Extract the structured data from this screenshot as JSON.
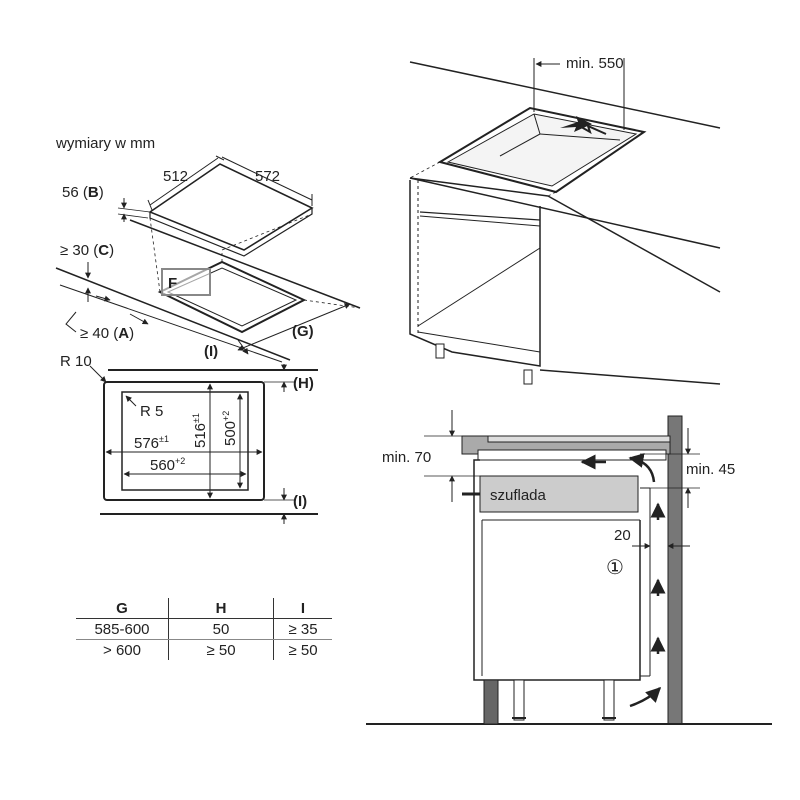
{
  "unit_note": "wymiary w mm",
  "hob": {
    "depth": "512",
    "width": "572",
    "height": "56",
    "height_ref": "B",
    "min_wall": "≥ 30",
    "min_wall_ref": "C",
    "min_front": "≥ 40",
    "min_front_ref": "A",
    "marker_f": "F",
    "depth_ref_g": "(G)",
    "ref_i": "(I)"
  },
  "cutout": {
    "corner_radius_outer": "R 10",
    "corner_radius_inner": "R 5",
    "width_1": "576",
    "width_1_tol": "±1",
    "width_2": "560",
    "width_2_tol": "+2",
    "depth_1": "516",
    "depth_1_tol": "±1",
    "depth_2": "500",
    "depth_2_tol": "+2",
    "ref_h": "(H)",
    "ref_i": "(I)"
  },
  "table": {
    "headers": [
      "G",
      "H",
      "I"
    ],
    "rows": [
      [
        "585-600",
        "50",
        "≥ 35"
      ],
      [
        "> 600",
        "≥ 50",
        "≥ 50"
      ]
    ]
  },
  "worktop": {
    "min_width": "min. 550"
  },
  "section": {
    "min_top": "min. 70",
    "min_gap": "min. 45",
    "drawer_label": "szuflada",
    "gap_20": "20",
    "marker_1": "①"
  }
}
